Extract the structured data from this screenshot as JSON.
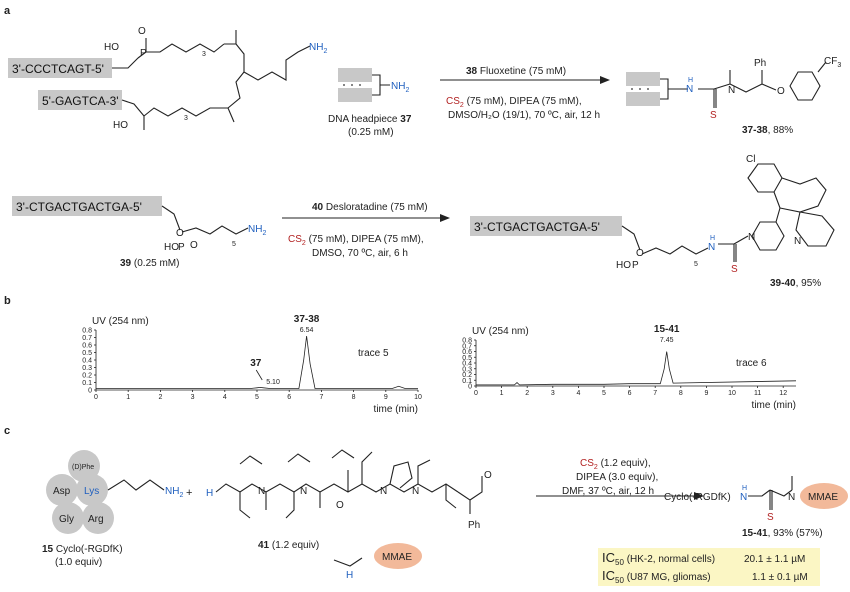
{
  "panels": {
    "a": "a",
    "b": "b",
    "c": "c"
  },
  "panel_a": {
    "strand_top": "3'-CCCTCAGT-5'",
    "strand_bottom": "5'-GAGTCA-3'",
    "ho1": "HO",
    "p1": "P",
    "o1": "O",
    "sub3a": "3",
    "sub3b": "3",
    "ho2": "HO",
    "nh2_a": "NH",
    "nh2_sub": "2",
    "headpiece_label": "DNA headpiece",
    "headpiece_num": "37",
    "headpiece_conc": "(0.25 mM)",
    "reagent1_num": "38",
    "reagent1_name": "Fluoxetine (75 mM)",
    "cs2": "CS",
    "cs2_sub": "2",
    "cond1_line1": "(75 mM), DIPEA (75 mM),",
    "cond1_line2": "DMSO/H₂O (19/1), 70 ºC, air, 12 h",
    "prod1_label": "37-38",
    "prod1_yield": ", 88%",
    "ph": "Ph",
    "cf3": "CF",
    "cf3_sub": "3",
    "hn": "H",
    "n": "N",
    "s": "S",
    "strand3": "3'-CTGACTGACTGA-5'",
    "num39": "39",
    "conc39": "(0.25 mM)",
    "sub5a": "5",
    "sub5b": "5",
    "reagent2_num": "40",
    "reagent2_name": "Desloratadine (75 mM)",
    "cond2_line1": "(75 mM), DIPEA (75 mM),",
    "cond2_line2": "DMSO, 70 ºC, air, 6 h",
    "prod2_label": "39-40",
    "prod2_yield": ", 95%",
    "cl": "Cl"
  },
  "panel_b": {
    "left": {
      "ylabel": "UV (254 nm)",
      "xlabel": "time (min)",
      "trace_label": "trace 5",
      "peak_label": "37-38",
      "peak_rt": "6.54",
      "minor_label": "37",
      "minor_rt": "5.10"
    },
    "right": {
      "ylabel": "UV (254 nm)",
      "xlabel": "time (min)",
      "trace_label": "trace 6",
      "peak_label": "15-41",
      "peak_rt": "7.45"
    }
  },
  "chart_data": [
    {
      "type": "line",
      "title": "",
      "xlabel": "time (min)",
      "ylabel": "UV (254 nm)",
      "xlim": [
        0,
        10
      ],
      "ylim": [
        0,
        0.8
      ],
      "xticks": [
        0,
        1,
        2,
        3,
        4,
        5,
        6,
        7,
        8,
        9,
        10
      ],
      "yticks": [
        0,
        0.1,
        0.2,
        0.3,
        0.4,
        0.5,
        0.6,
        0.7,
        0.8
      ],
      "series": [
        {
          "name": "trace 5",
          "x": [
            0,
            4.8,
            5.0,
            5.1,
            5.2,
            5.4,
            6.3,
            6.45,
            6.54,
            6.65,
            6.8,
            9.2,
            9.4,
            9.6,
            10
          ],
          "y": [
            0.02,
            0.02,
            0.03,
            0.035,
            0.03,
            0.02,
            0.02,
            0.4,
            0.72,
            0.35,
            0.02,
            0.02,
            0.05,
            0.02,
            0.02
          ]
        }
      ],
      "annotations": [
        {
          "x": 5.1,
          "label": "37"
        },
        {
          "x": 6.54,
          "label": "37-38"
        }
      ]
    },
    {
      "type": "line",
      "title": "",
      "xlabel": "time (min)",
      "ylabel": "UV (254 nm)",
      "xlim": [
        0,
        12.5
      ],
      "ylim": [
        0,
        0.8
      ],
      "xticks": [
        0,
        1,
        2,
        3,
        4,
        5,
        6,
        7,
        8,
        9,
        10,
        11,
        12
      ],
      "yticks": [
        0,
        0.1,
        0.2,
        0.3,
        0.4,
        0.5,
        0.6,
        0.7,
        0.8
      ],
      "series": [
        {
          "name": "trace 6",
          "x": [
            0,
            1.5,
            1.6,
            1.7,
            3.0,
            5.0,
            6.0,
            7.2,
            7.35,
            7.45,
            7.55,
            7.7,
            12.5
          ],
          "y": [
            0.02,
            0.02,
            0.06,
            0.02,
            0.03,
            0.03,
            0.04,
            0.04,
            0.3,
            0.6,
            0.3,
            0.05,
            0.09
          ]
        }
      ],
      "annotations": [
        {
          "x": 7.45,
          "label": "15-41"
        }
      ]
    }
  ],
  "panel_c": {
    "dphe": "(D)Phe",
    "asp": "Asp",
    "lys": "Lys",
    "gly": "Gly",
    "arg": "Arg",
    "nh2": "NH",
    "nh2_sub": "2",
    "num15": "15",
    "name15": "Cyclo(-RGDfK)",
    "equiv15": "(1.0 equiv)",
    "plus": "+",
    "num41": "41",
    "equiv41": "(1.2 equiv)",
    "mmae": "MMAE",
    "cs2": "CS",
    "cs2_sub": "2",
    "cond_line1": "(1.2 equiv),",
    "cond_line2": "DIPEA (3.0 equiv),",
    "cond_line3": "DMF, 37 ºC, air, 12 h",
    "product_name": "Cyclo(-RGDfK)",
    "prod_label": "15-41",
    "prod_yield": ", 93% (57%)",
    "ic50": "IC",
    "ic50_sub": "50",
    "ic50_1_cell": "(HK-2, normal cells)",
    "ic50_1_val": "20.1 ± 1.1 µM",
    "ic50_2_cell": "(U87 MG, gliomas)",
    "ic50_2_val": "1.1 ± 0.1 µM"
  },
  "colors": {
    "amine_blue": "#1f5fbf",
    "thio_red": "#b22222",
    "strand_gray": "#c8c8c8",
    "mmae_orange": "#f2b99a",
    "ic50_yellow": "#fbf6c4"
  }
}
